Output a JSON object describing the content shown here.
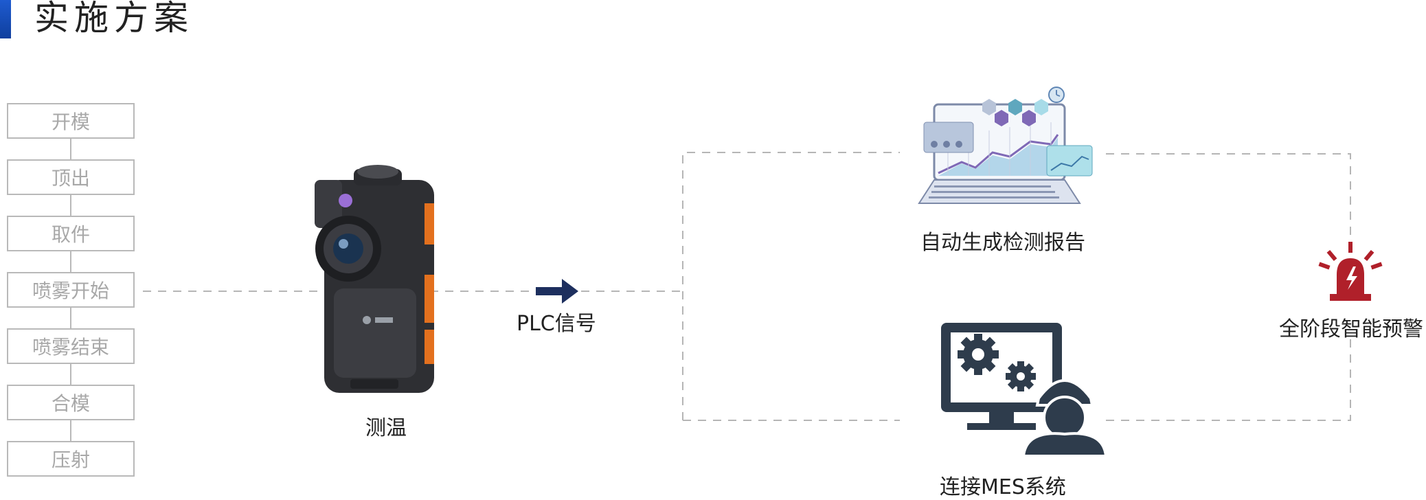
{
  "header": {
    "title": "实施方案",
    "accent_color": "#1e5bd0"
  },
  "process_steps": [
    {
      "label": "开模"
    },
    {
      "label": "顶出"
    },
    {
      "label": "取件"
    },
    {
      "label": "喷雾开始"
    },
    {
      "label": "喷雾结束"
    },
    {
      "label": "合模"
    },
    {
      "label": "压射"
    }
  ],
  "nodes": {
    "camera_label": "测温",
    "signal_label": "PLC信号",
    "report_label": "自动生成检测报告",
    "mes_label": "连接MES系统",
    "alarm_label": "全阶段智能预警"
  },
  "colors": {
    "arrow": "#1d2f5e",
    "dashed": "#b5b5b5",
    "alarm": "#b0202a",
    "mes": "#2e3c4c"
  },
  "icons": [
    "thermal-camera-icon",
    "laptop-dashboard-icon",
    "mes-worker-icon",
    "alarm-light-icon"
  ]
}
